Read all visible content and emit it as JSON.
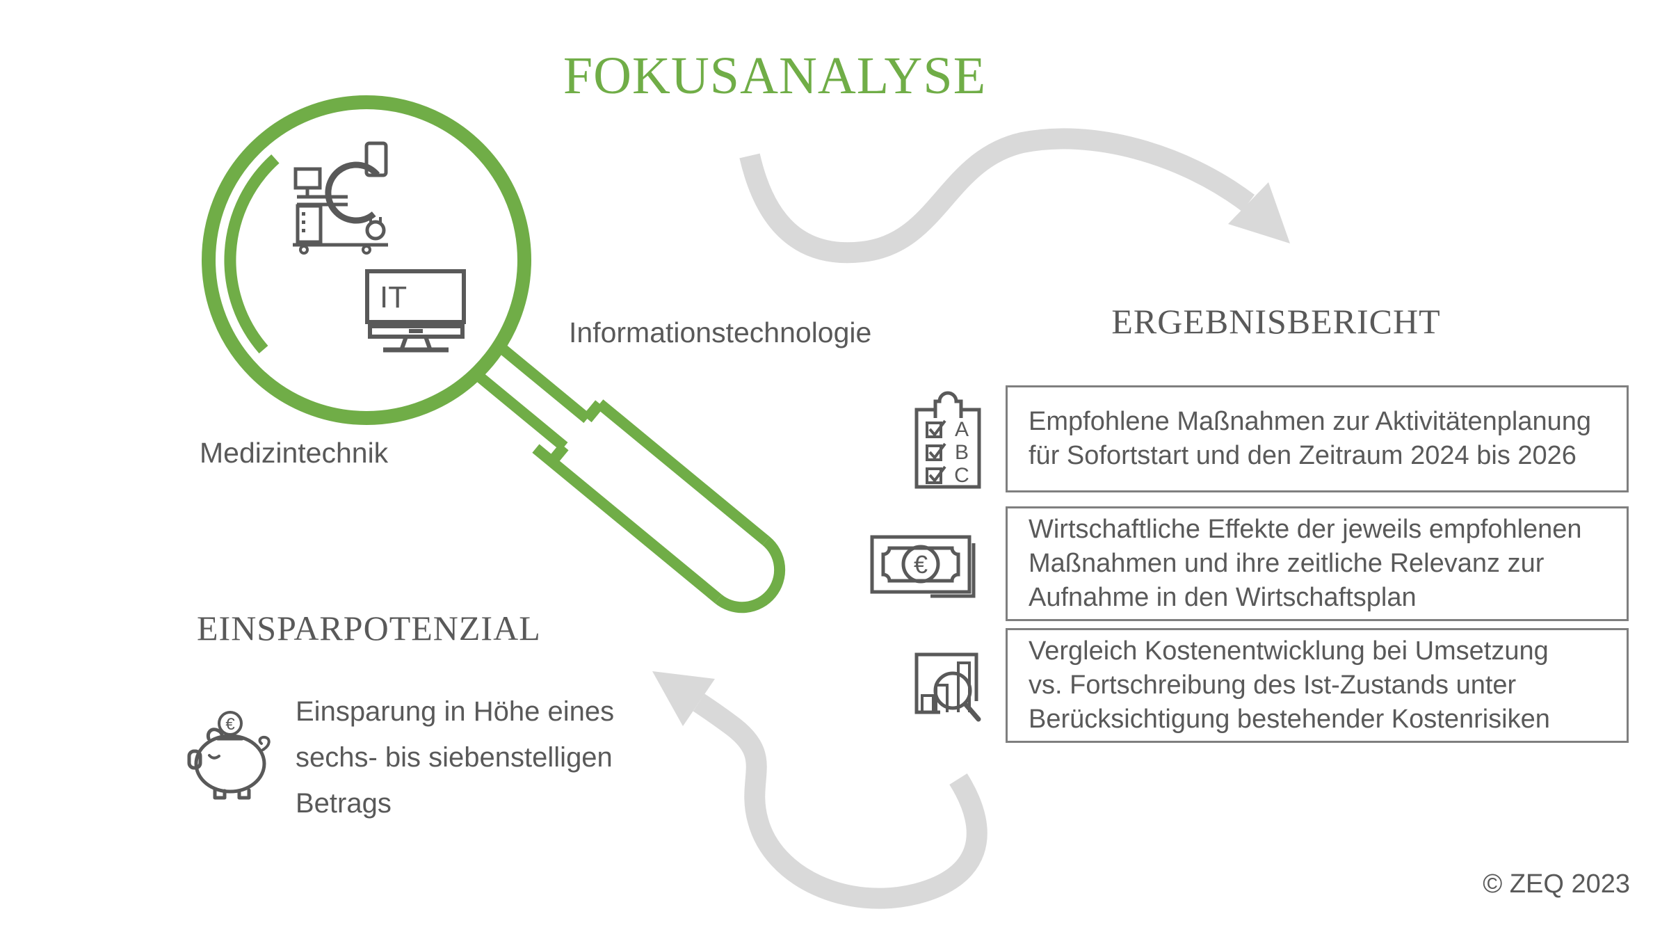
{
  "slide": {
    "title": "FOKUSANALYSE",
    "copyright": "© ZEQ 2023"
  },
  "analysis": {
    "label_medizintechnik": "Medizintechnik",
    "label_informationstechnologie": "Informationstechnologie",
    "monitor_label": "IT"
  },
  "report": {
    "heading": "ERGEBNISBERICHT",
    "boxes": [
      {
        "icon": "clipboard-checklist-icon",
        "lines": [
          "Empfohlene Maßnahmen zur Aktivitätenplanung",
          "für Sofortstart und den Zeitraum 2024 bis 2026"
        ]
      },
      {
        "icon": "euro-banknote-icon",
        "lines": [
          "Wirtschaftliche Effekte der jeweils empfohlenen",
          "Maßnahmen und ihre zeitliche Relevanz zur",
          "Aufnahme in den Wirtschaftsplan"
        ]
      },
      {
        "icon": "chart-magnifier-icon",
        "lines": [
          "Vergleich Kostenentwicklung bei Umsetzung",
          "vs. Fortschreibung des Ist-Zustands unter",
          "Berücksichtigung bestehender Kostenrisiken"
        ]
      }
    ],
    "clipboard_items": [
      "A",
      "B",
      "C"
    ],
    "euro_symbol": "€"
  },
  "savings": {
    "heading": "EINSPARPOTENZIAL",
    "lines": [
      "Einsparung in Höhe eines",
      "sechs- bis siebenstelligen",
      "Betrags"
    ],
    "coin_symbol": "€"
  },
  "colors": {
    "green": "#70ad47",
    "text_gray": "#595959",
    "arrow_gray": "#d9d9d9",
    "box_border": "#7f7f7f"
  }
}
